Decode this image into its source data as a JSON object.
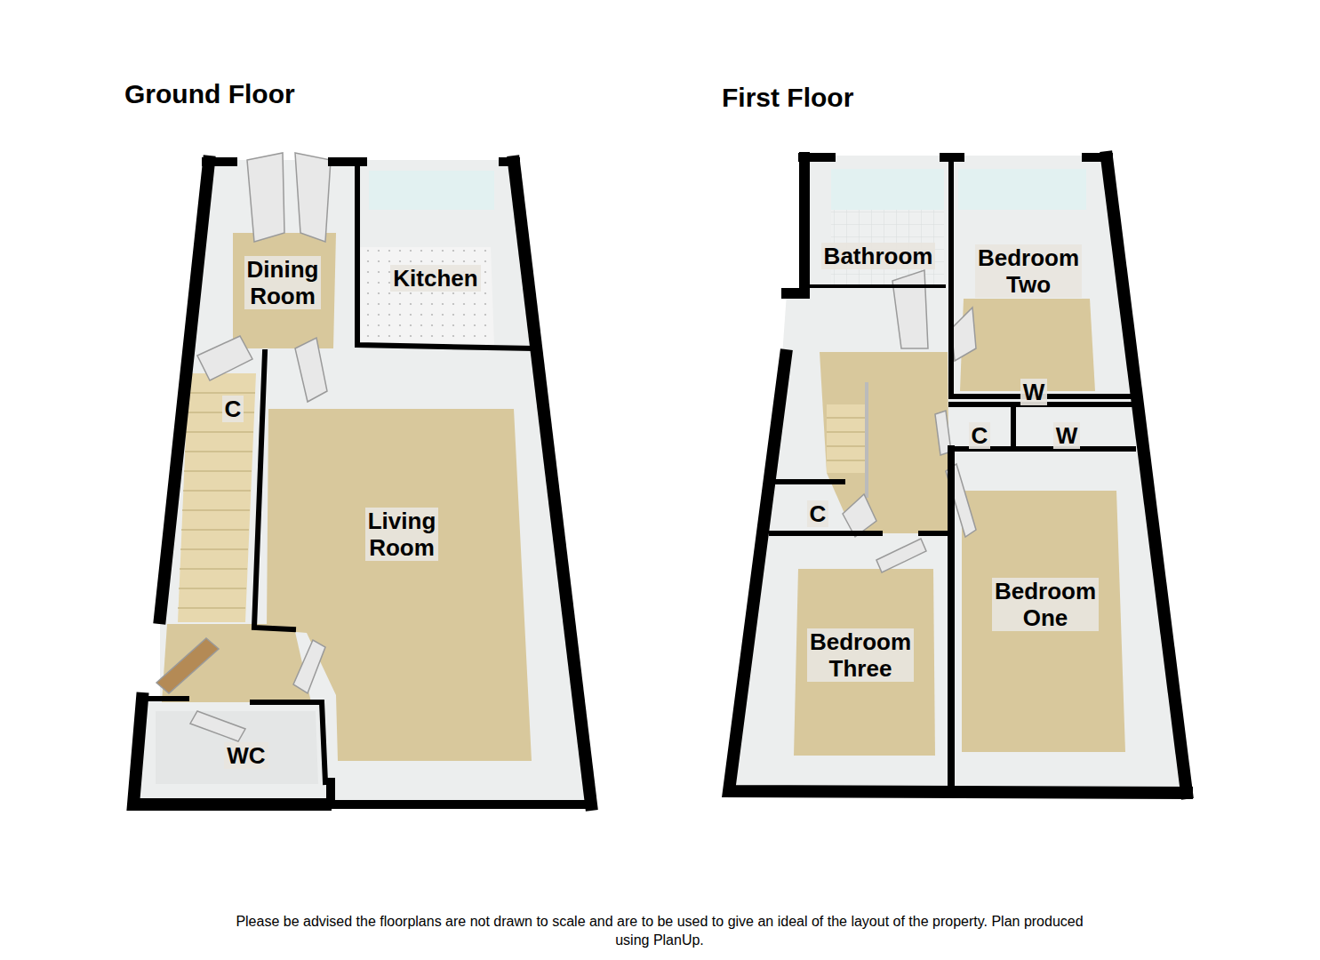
{
  "diagram": {
    "caption": "Please be advised the floorplans are not drawn to scale and are to be used to give an ideal of the layout of the property. Plan produced using PlanUp.",
    "nodes": [
      {
        "text": [
          "Ground Floor"
        ]
      },
      {
        "text": [
          "Dining Room"
        ],
        "in": 0
      },
      {
        "text": [
          "Kitchen"
        ],
        "in": 0
      },
      {
        "text": [
          "Living Room"
        ],
        "in": 0
      },
      {
        "text": [
          "WC"
        ],
        "in": 0
      },
      {
        "text": [
          "First Floor"
        ]
      },
      {
        "text": [
          "Bathroom"
        ],
        "in": 5
      },
      {
        "text": [
          "Bedroom Two"
        ],
        "in": 5
      },
      {
        "text": [
          "W"
        ],
        "in": 5
      },
      {
        "text": [
          "C"
        ],
        "in": 5
      },
      {
        "text": [
          "W"
        ],
        "in": 5
      },
      {
        "text": [
          "C"
        ],
        "in": 5
      },
      {
        "text": [
          "Bedroom One"
        ],
        "in": 5
      },
      {
        "text": [
          "Bedroom Three"
        ],
        "in": 5
      }
    ],
    "labels": [
      "C"
    ]
  }
}
